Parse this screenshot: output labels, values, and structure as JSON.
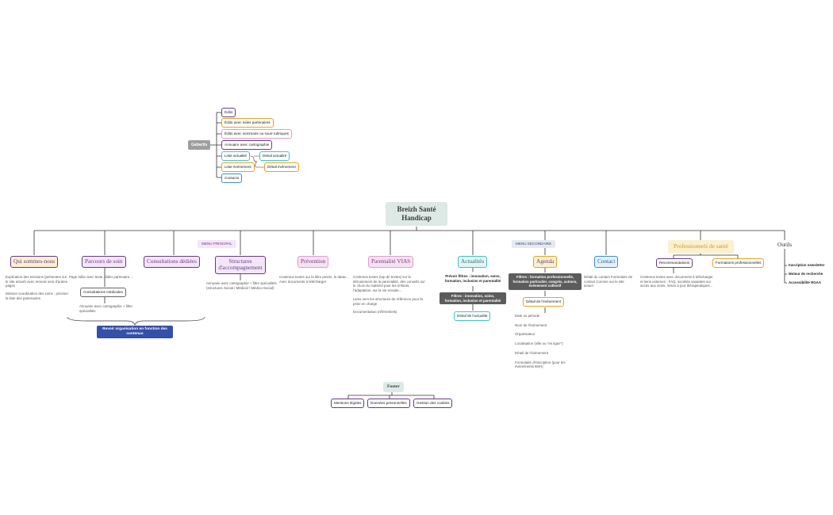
{
  "root": "Breizh Santé Handicap",
  "gabarits": {
    "label": "Gabarits",
    "items": [
      "Édito",
      "Édito avec tuiles partenaires",
      "Édito avec sommaire ou sous-rubriques",
      "Annuaire avec cartographie",
      "Liste actualité",
      "Liste événement",
      "Contacts"
    ],
    "details": [
      "Détail actualité",
      "Détail événement"
    ]
  },
  "menu_principal": {
    "label": "MENU PRINCIPAL",
    "qui": {
      "title": "Qui sommes-nous",
      "desc1": "Explication des missions (présentes sur le site actuel) avec renvois vers d'autres pages",
      "desc2": "Mission coordination des soins : préciser la liste des partenaires"
    },
    "parcours": {
      "title": "Parcours de soin",
      "desc1": "Page édito avec texte, slider partenaire...",
      "sub": "Consultations médicales",
      "desc2": "Annuaire avec cartographie + filtre spécialités"
    },
    "consultations": {
      "title": "Consultations dédiées"
    },
    "structures": {
      "title": "Structures d'accompagnement",
      "desc": "Annuaire avec cartographie + filtre spécialités (structures Social / Médical / Médico-Social)"
    },
    "prevention": {
      "title": "Prévention",
      "desc": "Contenus textes sur la libre pesée, le tabac... Avec documents à télécharger"
    },
    "parentalite": {
      "title": "Parentalité VIAS",
      "desc1": "Contenus textes (top de textes) sur le déroulement de la parentalité, des conseils sur le choix du matériel pour les enfants, l'adaptation, sur la vie ensuite...",
      "desc2": "Liens vers les structures de référence pour la prise en charge",
      "desc3": "Documentation (référentiels)"
    },
    "revoir": "Revoir organisation en fonction des contenus"
  },
  "menu_secondaire": {
    "label": "MENU SECONDAIRE",
    "actualites": {
      "title": "Actualités",
      "filtres_prevoir": "Prévoir filtres : innovation, soins, formation, inclusion et parentalité",
      "filtres": "Filtres : innovation, soins, formation, inclusion et parentalité",
      "detail": "Détail de l'actualité"
    },
    "agenda": {
      "title": "Agenda",
      "filtres": "Filtres : formation professionnelle, formation particulier, congrès, actions, événement collectif",
      "detail": "Détail de l'événement",
      "fields": [
        "Date ou période",
        "Nom de l'événement",
        "Organisateur",
        "Localisation (ville ou \"en ligne\")",
        "Détail de l'événement",
        "Formulaire d'inscription (pour les événements BSH)"
      ]
    },
    "contact": {
      "title": "Contact",
      "desc": "Détail du contact Formulaire de contact Comme sur le site actuel"
    }
  },
  "pro": {
    "title": "Professionnels de santé",
    "reco": "Recommandations",
    "formations": "Formations professionnelles",
    "desc": "Contenus textes avec documents à télécharger et liens externes : FAQ, sociétés savantes sur accès aux soins, mises à jour thérapeutiques..."
  },
  "outils": {
    "title": "Outils",
    "items": [
      "Inscription newsletter",
      "Moteur de recherche",
      "Accessibilité RGAA"
    ]
  },
  "footer": {
    "title": "Footer",
    "items": [
      "Mentions légales",
      "Données personnelles",
      "Gestion des cookies"
    ]
  }
}
